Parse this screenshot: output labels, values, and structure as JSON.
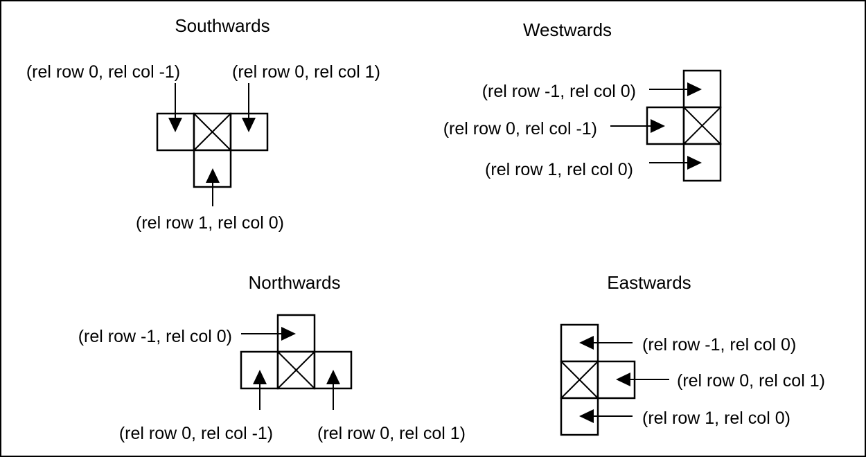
{
  "colors": {
    "background": "#ffffff",
    "ink": "#000000"
  },
  "panels": {
    "southwards": {
      "title": "Southwards",
      "labels": [
        "(rel row 0, rel col -1)",
        "(rel row 0, rel col 1)",
        "(rel row 1, rel col 0)"
      ]
    },
    "westwards": {
      "title": "Westwards",
      "labels": [
        "(rel row -1, rel col 0)",
        "(rel row 0, rel col -1)",
        "(rel row 1, rel col 0)"
      ]
    },
    "northwards": {
      "title": "Northwards",
      "labels": [
        "(rel row -1, rel col 0)",
        "(rel row 0, rel col -1)",
        "(rel row 0, rel col 1)"
      ]
    },
    "eastwards": {
      "title": "Eastwards",
      "labels": [
        "(rel row -1, rel col 0)",
        "(rel row 0, rel col 1)",
        "(rel row 1, rel col 0)"
      ]
    }
  }
}
